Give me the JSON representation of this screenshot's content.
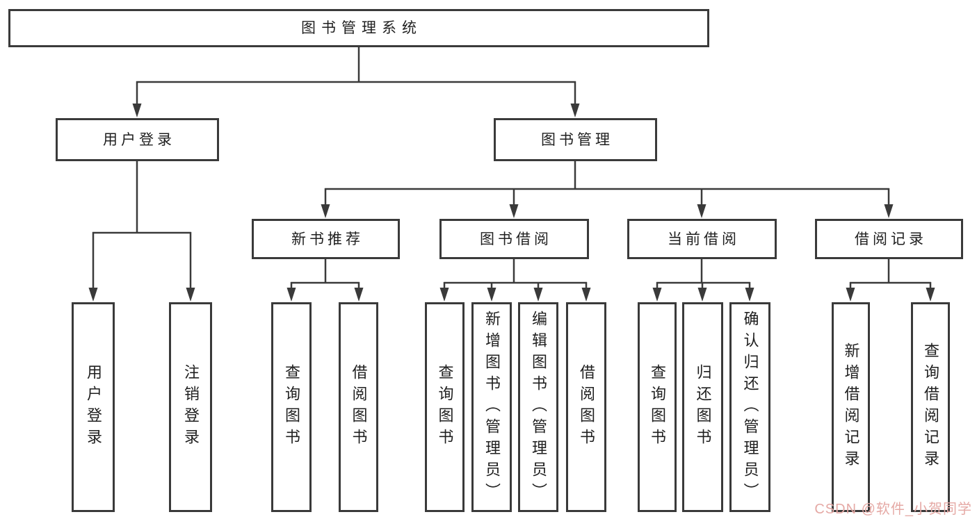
{
  "tree": {
    "root": {
      "label": "图书管理系统"
    },
    "level2": [
      {
        "label": "用户登录",
        "leaves": [
          {
            "label": "用户登录"
          },
          {
            "label": "注销登录"
          }
        ]
      },
      {
        "label": "图书管理",
        "level3": [
          {
            "label": "新书推荐",
            "leaves": [
              {
                "label": "查询图书"
              },
              {
                "label": "借阅图书"
              }
            ]
          },
          {
            "label": "图书借阅",
            "leaves": [
              {
                "label": "查询图书"
              },
              {
                "label": "新增图书（管理员）"
              },
              {
                "label": "编辑图书（管理员）"
              },
              {
                "label": "借阅图书"
              }
            ]
          },
          {
            "label": "当前借阅",
            "leaves": [
              {
                "label": "查询图书"
              },
              {
                "label": "归还图书"
              },
              {
                "label": "确认归还（管理员）"
              }
            ]
          },
          {
            "label": "借阅记录",
            "leaves": [
              {
                "label": "新增借阅记录"
              },
              {
                "label": "查询借阅记录"
              }
            ]
          }
        ]
      }
    ]
  },
  "watermark": {
    "text": "CSDN @软件_小贺同学",
    "color": "#e5a9a5"
  },
  "colors": {
    "line": "#3a3a3a",
    "text": "#1f1f1f",
    "background": "#ffffff"
  }
}
